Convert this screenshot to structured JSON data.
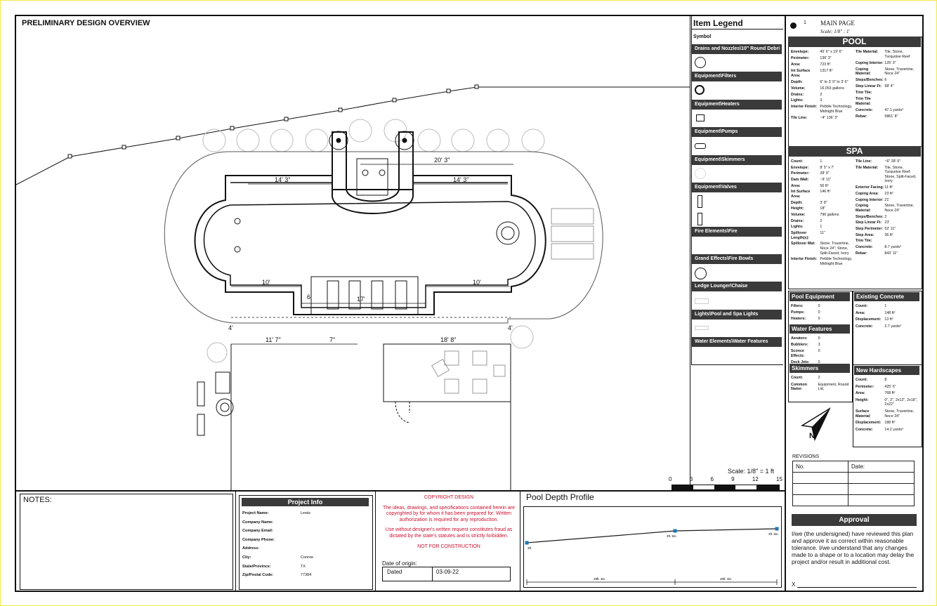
{
  "title": "PRELIMINARY DESIGN OVERVIEW",
  "plan": {
    "dims": [
      "20' 3\"",
      "14' 3\"",
      "14' 3\"",
      "10'",
      "10'",
      "17'",
      "6'",
      "11' 7\"",
      "7\"",
      "18' 8\"",
      "4'",
      "4'"
    ],
    "scale_label": "Scale: 1/8\" = 1 ft",
    "scale_ticks": [
      "0",
      "3",
      "6",
      "9",
      "12",
      "15"
    ]
  },
  "legend": {
    "title": "Item Legend",
    "symbol_label": "Symbol",
    "items": [
      {
        "label": "Drains and Nozzles\\10\" Round Debri",
        "icon": "drain-circle"
      },
      {
        "label": "Equipment\\Filters",
        "icon": "filter-icon"
      },
      {
        "label": "Equipment\\Heaters",
        "icon": "heater-icon"
      },
      {
        "label": "Equipment\\Pumps",
        "icon": "pump-icon"
      },
      {
        "label": "Equipment\\Skimmers",
        "icon": "skimmer-icon"
      },
      {
        "label": "Equipment\\Valves",
        "icon": "valve-icon"
      },
      {
        "label": "Fire Elements\\Fire",
        "icon": ""
      },
      {
        "label": "Grand Effects\\Fire Bowls",
        "icon": "fire-bowl-icon"
      },
      {
        "label": "Ledge Lounger\\Chaise",
        "icon": "chaise-icon"
      },
      {
        "label": "Lights\\Pool and Spa Lights",
        "icon": "light-icon"
      },
      {
        "label": "Water Elements\\Water Features",
        "icon": ""
      }
    ]
  },
  "page": {
    "number": "1",
    "name": "MAIN PAGE",
    "scale": "Scale: 1/8\" : 1'"
  },
  "pool": {
    "title": "POOL",
    "left": [
      [
        "Envelope:",
        "45' 6\" x 19' 6\""
      ],
      [
        "Perimeter:",
        "136' 3\""
      ],
      [
        "Area:",
        "723 ft²"
      ],
      [
        "Int Surface Area:",
        "1317 ft²"
      ],
      [
        "Depth:",
        "6\" to 3' 9\" to 3' 6\""
      ],
      [
        "Volume:",
        "16,053 gallons"
      ],
      [
        "Drains:",
        "2"
      ],
      [
        "Lights:",
        "3"
      ],
      [
        "Interior Finish:",
        "Pebble Technology, Midnight Blue"
      ],
      [
        "Tile Line:",
        "~4\" 136' 3\""
      ]
    ],
    "right": [
      [
        "Tile Material:",
        "Tile, Stone, Turquoise Reef"
      ],
      [
        "Coping Interior:",
        "125' 3\""
      ],
      [
        "Coping Material:",
        "Stone, Travertine, Noce 24\""
      ],
      [
        "Steps/Benches:",
        "6"
      ],
      [
        "Step Linear Ft:",
        "98' 4\""
      ],
      [
        "Trim Tile:",
        ""
      ],
      [
        "Trim Tile Material:",
        ""
      ],
      [
        "Concrete:",
        "47.1 yards³"
      ],
      [
        "Rebar:",
        "5861' 8\""
      ]
    ]
  },
  "spa": {
    "title": "SPA",
    "left": [
      [
        "Count:",
        "1"
      ],
      [
        "Envelope:",
        "8' 5\" x 7'"
      ],
      [
        "Perimeter:",
        "28' 9\""
      ],
      [
        "Dam Wall:",
        "~9' 11\""
      ],
      [
        "Area:",
        "56 ft²"
      ],
      [
        "Int Surface Area:",
        "146 ft²"
      ],
      [
        "Depth:",
        "3' 8\""
      ],
      [
        "Height:",
        "18\""
      ],
      [
        "Volume:",
        "796 gallons"
      ],
      [
        "Drains:",
        "2"
      ],
      [
        "Lights:",
        "1"
      ],
      [
        "Spillover Length(s):",
        "11\""
      ],
      [
        "Spillover Mat:",
        "Stone, Travertine, Noce 24\"; Stone, Split-Faced, Ivory"
      ],
      [
        "Interior Finish:",
        "Pebble Technology, Midnight Blue"
      ]
    ],
    "right": [
      [
        "Tile Line:",
        "~6\" 28' 9\""
      ],
      [
        "Tile Material:",
        "Tile, Stone, Turquoise Reef; Stone, Split-Faced, Ivory"
      ],
      [
        "Exterior Facing:",
        "11 ft²"
      ],
      [
        "Coping Area:",
        "23 ft²"
      ],
      [
        "Coping Interior:",
        "21'"
      ],
      [
        "Coping Material:",
        "Stone, Travertine, Noce 24\""
      ],
      [
        "Steps/Benches:",
        "2"
      ],
      [
        "Step Linear Ft:",
        "23'"
      ],
      [
        "Step Perimeter:",
        "52' 11\""
      ],
      [
        "Step Area:",
        "36 ft²"
      ],
      [
        "Trim Tile:",
        ""
      ],
      [
        "Concrete:",
        "8.7 yards³"
      ],
      [
        "Rebar:",
        "843' 11\""
      ]
    ]
  },
  "pool_equipment": {
    "title": "Pool Equipment",
    "rows": [
      [
        "Filters:",
        "0"
      ],
      [
        "Pumps:",
        "0"
      ],
      [
        "Heaters:",
        "0"
      ]
    ]
  },
  "water_features": {
    "title": "Water Features",
    "rows": [
      [
        "Aerators:",
        "0"
      ],
      [
        "Bubblers:",
        "3"
      ],
      [
        "Sconce Effects:",
        "0"
      ],
      [
        "Deck Jets:",
        "0"
      ]
    ]
  },
  "skimmers": {
    "title": "Skimmers",
    "rows": [
      [
        "Count:",
        "2"
      ],
      [
        "Common Name:",
        "Equipment, Round Lid,"
      ]
    ]
  },
  "existing_concrete": {
    "title": "Existing Concrete",
    "rows": [
      [
        "Count:",
        "1"
      ],
      [
        "Area:",
        "148 ft²"
      ],
      [
        "Displacement:",
        "13 ft³"
      ],
      [
        "Concrete:",
        "2.7 yards³"
      ]
    ]
  },
  "new_hardscapes": {
    "title": "New Hardscapes",
    "rows": [
      [
        "Count:",
        "8"
      ],
      [
        "Perimeter:",
        "425' 6\""
      ],
      [
        "Area:",
        "768 ft²"
      ],
      [
        "Height:",
        "0\", 2\", 2x12\", 2x18\", 2x22\""
      ],
      [
        "Surface Material:",
        "Stone, Travertine, Noce 24\""
      ],
      [
        "Displacement:",
        "188 ft³"
      ],
      [
        "Concrete:",
        "14.2 yards³"
      ]
    ]
  },
  "revisions": {
    "title": "REVISIONS",
    "col_no": "No.",
    "col_date": "Date:"
  },
  "approval": {
    "title": "Approval",
    "text": "I/we (the undersigned) have reviewed this plan and approve it as correct within reasonable tolerance. I/we understand that any changes made to a shape or to a location may delay the project and/or result in additional cost.",
    "sign": "X"
  },
  "notes": {
    "label": "NOTES:"
  },
  "project_info": {
    "title": "Project Info",
    "rows": [
      [
        "Project Name:",
        "Lewis"
      ],
      [
        "Company Name:",
        ""
      ],
      [
        "Company Email:",
        ""
      ],
      [
        "Company Phone:",
        ""
      ],
      [
        "Address:",
        ""
      ],
      [
        "City:",
        "Conroe"
      ],
      [
        "State/Province:",
        "TX"
      ],
      [
        "Zip/Postal Code:",
        "77384"
      ]
    ]
  },
  "copyright": {
    "title": "COPYRIGHT DESIGN",
    "p1": "The ideas, drawings, and specifications contained herein are copyrighted by for whom it has been prepared for. Written authorization is required for any reproduction.",
    "p2": "Use without designer's written request constitutes fraud as dictated by the state's statutes and is strictly forbidden.",
    "p3": "NOT FOR CONSTRUCTION",
    "origin_label": "Date of origin:",
    "dated_label": "Dated",
    "dated_value": "03-09-22"
  },
  "depth_profile": {
    "title": "Pool Depth Profile",
    "point_labels": [
      "3ft.",
      "3ft. 9in.",
      "3ft. 6in."
    ],
    "segment_labels": [
      "29ft. 3in.",
      "20ft. 3in."
    ],
    "colors": {
      "line": "#1a1a1a",
      "marker": "#1f77b4"
    }
  }
}
